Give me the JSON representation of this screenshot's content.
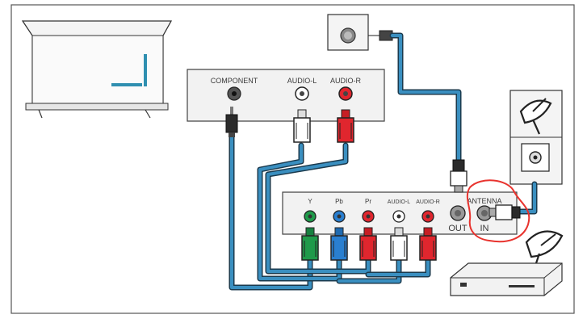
{
  "tv_panel": {
    "component_label": "COMPONENT",
    "audio_l_label": "AUDIO-L",
    "audio_r_label": "AUDIO-R"
  },
  "source_panel": {
    "y_label": "Y",
    "pb_label": "Pb",
    "pr_label": "Pr",
    "audio_l_label": "AUDIO-L",
    "audio_r_label": "AUDIO-R",
    "antenna_label": "ANTENNA",
    "out_label": "OUT",
    "in_label": "IN"
  },
  "colors": {
    "cable_blue": "#3a8fc0",
    "cable_dark": "#1b3a4d",
    "plug_green": "#1f9a4a",
    "plug_blue": "#2a7fd0",
    "plug_red": "#e0262e",
    "plug_white": "#ffffff",
    "highlight": "#e8332e",
    "panel_fill": "#f2f2f2",
    "accent_teal": "#2f8fb0"
  }
}
